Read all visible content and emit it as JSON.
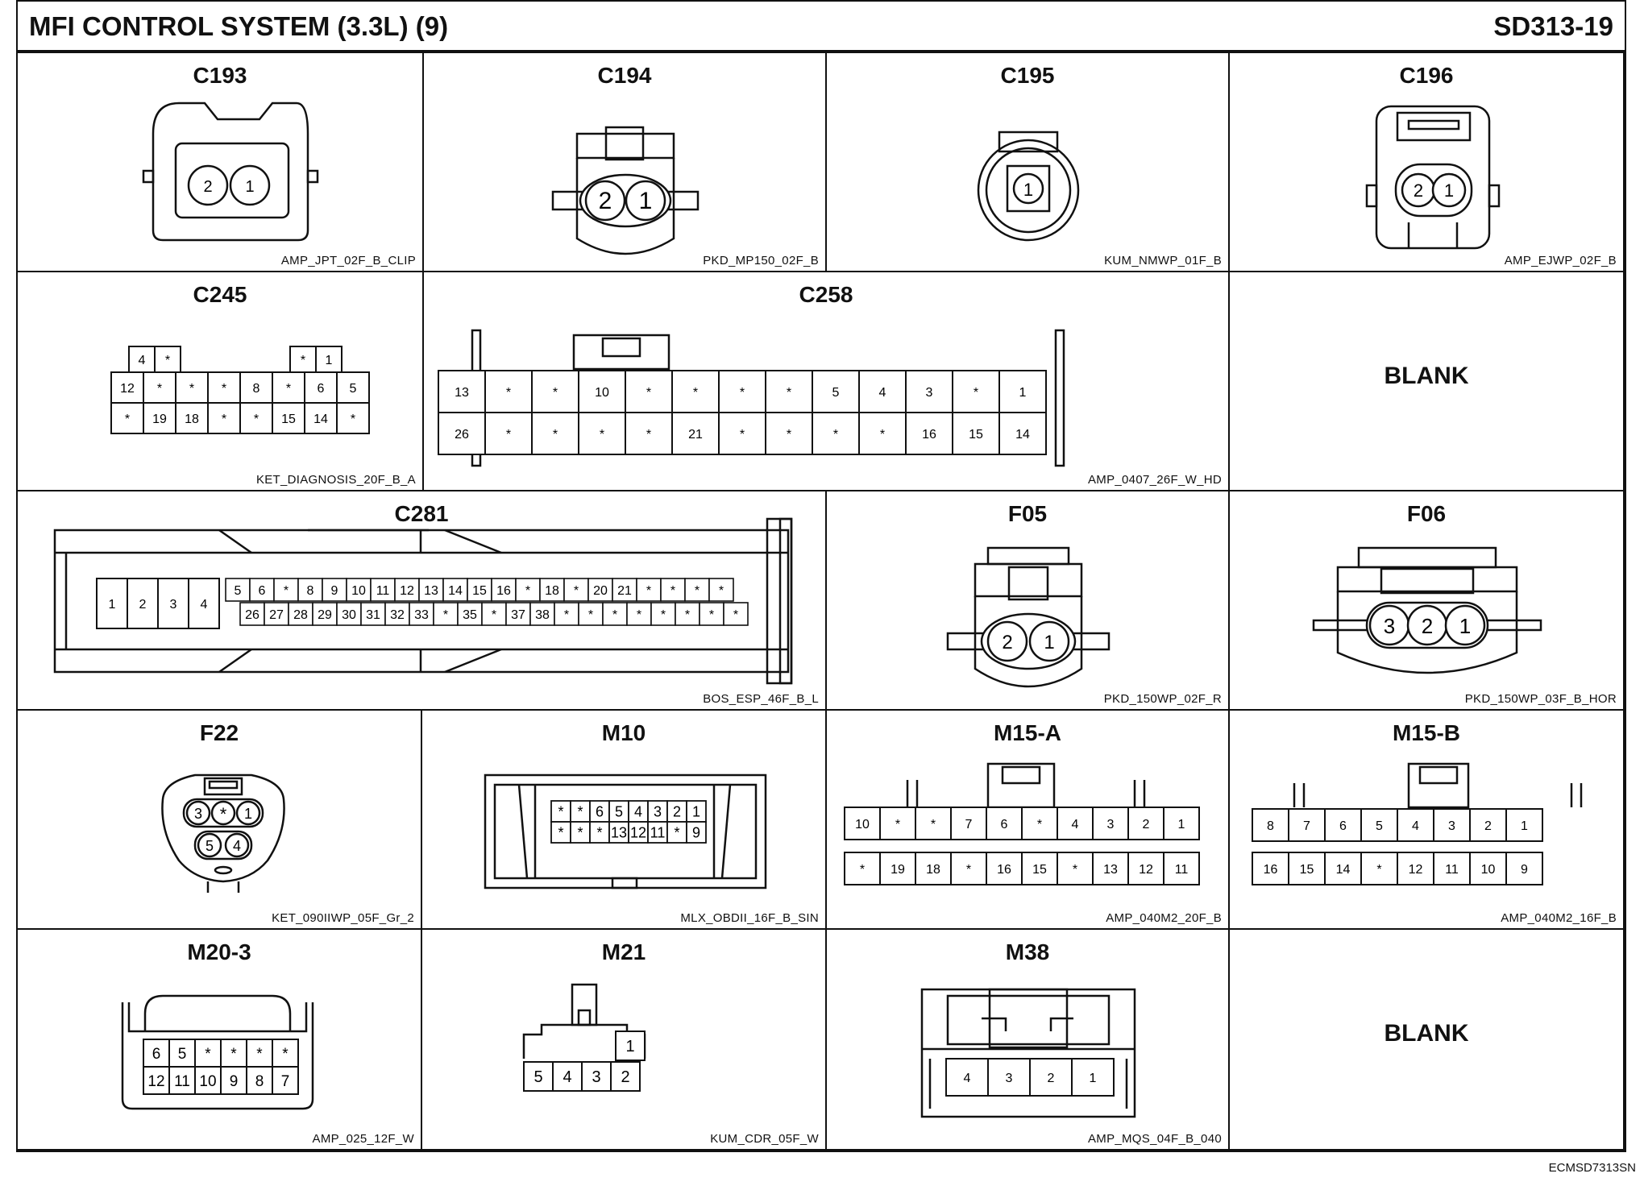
{
  "header": {
    "title": "MFI CONTROL SYSTEM (3.3L) (9)",
    "page_id": "SD313-19"
  },
  "footer": {
    "code": "ECMSD7313SN"
  },
  "connectors": {
    "c193": {
      "id": "C193",
      "type": "AMP_JPT_02F_B_CLIP",
      "pins": [
        "2",
        "1"
      ]
    },
    "c194": {
      "id": "C194",
      "type": "PKD_MP150_02F_B",
      "pins": [
        "2",
        "1"
      ]
    },
    "c195": {
      "id": "C195",
      "type": "KUM_NMWP_01F_B",
      "pins": [
        "1"
      ]
    },
    "c196": {
      "id": "C196",
      "type": "AMP_EJWP_02F_B",
      "pins": [
        "2",
        "1"
      ]
    },
    "c245": {
      "id": "C245",
      "type": "KET_DIAGNOSIS_20F_B_A",
      "top_left": [
        "4",
        "*"
      ],
      "top_right": [
        "*",
        "1"
      ],
      "row1": [
        "12",
        "*",
        "*",
        "*",
        "8",
        "*",
        "6",
        "5"
      ],
      "row2": [
        "*",
        "19",
        "18",
        "*",
        "*",
        "15",
        "14",
        "*"
      ]
    },
    "c258": {
      "id": "C258",
      "type": "AMP_0407_26F_W_HD",
      "row1": [
        "13",
        "*",
        "*",
        "10",
        "*",
        "*",
        "*",
        "*",
        "5",
        "4",
        "3",
        "*",
        "1"
      ],
      "row2": [
        "26",
        "*",
        "*",
        "*",
        "*",
        "21",
        "*",
        "*",
        "*",
        "*",
        "16",
        "15",
        "14"
      ]
    },
    "c281": {
      "id": "C281",
      "type": "BOS_ESP_46F_B_L",
      "big": [
        "1",
        "2",
        "3",
        "4"
      ],
      "row1": [
        "5",
        "6",
        "*",
        "8",
        "9",
        "10",
        "11",
        "12",
        "13",
        "14",
        "15",
        "16",
        "*",
        "18",
        "*",
        "20",
        "21",
        "*",
        "*",
        "*",
        "*"
      ],
      "row2": [
        "26",
        "27",
        "28",
        "29",
        "30",
        "31",
        "32",
        "33",
        "*",
        "35",
        "*",
        "37",
        "38",
        "*",
        "*",
        "*",
        "*",
        "*",
        "*",
        "*",
        "*"
      ]
    },
    "f05": {
      "id": "F05",
      "type": "PKD_150WP_02F_R",
      "pins": [
        "2",
        "1"
      ]
    },
    "f06": {
      "id": "F06",
      "type": "PKD_150WP_03F_B_HOR",
      "pins": [
        "3",
        "2",
        "1"
      ]
    },
    "f22": {
      "id": "F22",
      "type": "KET_090IIWP_05F_Gr_2",
      "pins_top": [
        "3",
        "*",
        "1"
      ],
      "pins_bottom": [
        "5",
        "4"
      ]
    },
    "m10": {
      "id": "M10",
      "type": "MLX_OBDII_16F_B_SIN",
      "row1": [
        "*",
        "*",
        "6",
        "5",
        "4",
        "3",
        "2",
        "1"
      ],
      "row2": [
        "*",
        "*",
        "*",
        "13",
        "12",
        "11",
        "*",
        "9"
      ]
    },
    "m15a": {
      "id": "M15-A",
      "type": "AMP_040M2_20F_B",
      "row1": [
        "10",
        "*",
        "*",
        "7",
        "6",
        "*",
        "4",
        "3",
        "2",
        "1"
      ],
      "row2": [
        "*",
        "19",
        "18",
        "*",
        "16",
        "15",
        "*",
        "13",
        "12",
        "11"
      ]
    },
    "m15b": {
      "id": "M15-B",
      "type": "AMP_040M2_16F_B",
      "row1": [
        "8",
        "7",
        "6",
        "5",
        "4",
        "3",
        "2",
        "1"
      ],
      "row2": [
        "16",
        "15",
        "14",
        "*",
        "12",
        "11",
        "10",
        "9"
      ]
    },
    "m20_3": {
      "id": "M20-3",
      "type": "AMP_025_12F_W",
      "row1": [
        "6",
        "5",
        "*",
        "*",
        "*",
        "*"
      ],
      "row2": [
        "12",
        "11",
        "10",
        "9",
        "8",
        "7"
      ]
    },
    "m21": {
      "id": "M21",
      "type": "KUM_CDR_05F_W",
      "row1": [
        "1"
      ],
      "row2": [
        "5",
        "4",
        "3",
        "2"
      ]
    },
    "m38": {
      "id": "M38",
      "type": "AMP_MQS_04F_B_040",
      "pins": [
        "4",
        "3",
        "2",
        "1"
      ]
    }
  },
  "blanks": {
    "r2": "BLANK",
    "r5": "BLANK"
  }
}
